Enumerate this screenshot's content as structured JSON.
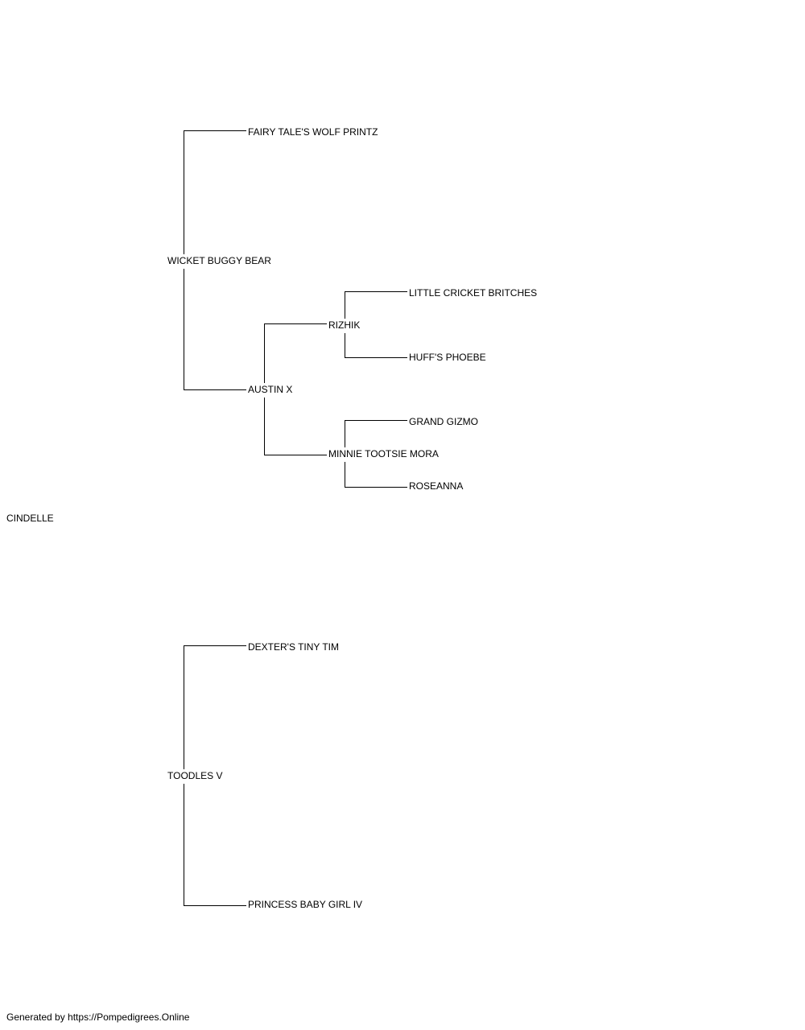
{
  "pedigree": {
    "subject": "CINDELLE",
    "sire": {
      "name": "WICKET BUGGY BEAR",
      "sire": {
        "name": "FAIRY TALE'S WOLF PRINTZ"
      },
      "dam": {
        "name": "AUSTIN X",
        "sire": {
          "name": "RIZHIK",
          "sire": {
            "name": "LITTLE CRICKET BRITCHES"
          },
          "dam": {
            "name": "HUFF'S PHOEBE"
          }
        },
        "dam": {
          "name": "MINNIE TOOTSIE MORA",
          "sire": {
            "name": "GRAND GIZMO"
          },
          "dam": {
            "name": "ROSEANNA"
          }
        }
      }
    },
    "dam": {
      "name": "TOODLES V",
      "sire": {
        "name": "DEXTER'S TINY TIM"
      },
      "dam": {
        "name": "PRINCESS BABY GIRL IV"
      }
    }
  },
  "footer": {
    "text": "Generated by https://Pompedigrees.Online"
  },
  "colors": {
    "background": "#ffffff",
    "line": "#000000",
    "text": "#000000"
  }
}
